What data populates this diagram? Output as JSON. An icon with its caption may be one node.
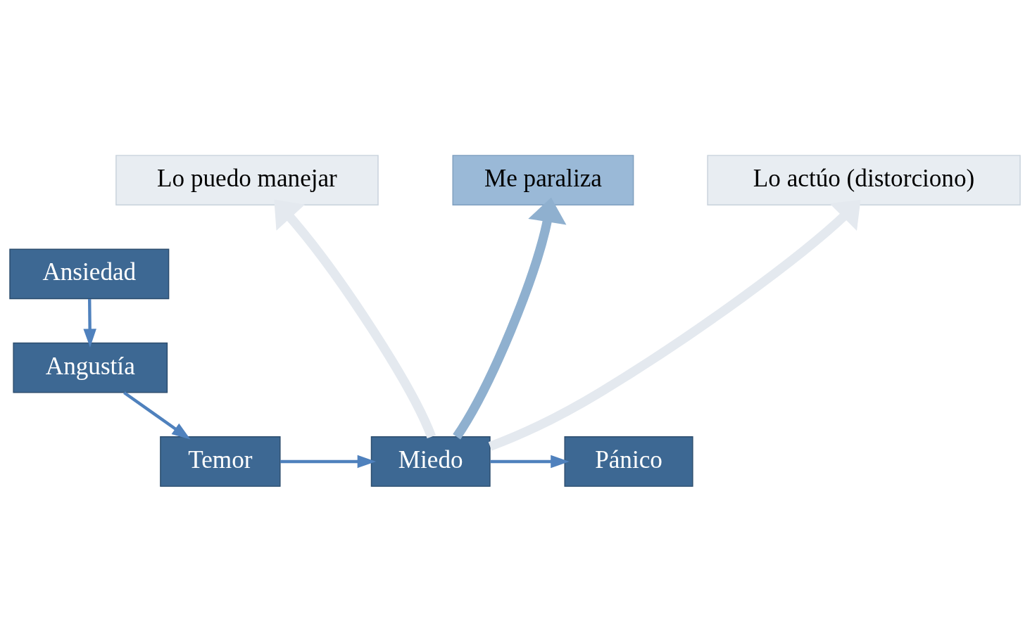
{
  "diagram": {
    "nodes": [
      {
        "text": [
          "Lo puedo manejar"
        ]
      },
      {
        "text": [
          "Me paraliza"
        ]
      },
      {
        "text": [
          "Lo actúo (distorciono)"
        ]
      },
      {
        "text": [
          "Ansiedad"
        ]
      },
      {
        "text": [
          "Angustía"
        ]
      },
      {
        "text": [
          "Temor"
        ]
      },
      {
        "text": [
          "Miedo"
        ]
      },
      {
        "text": [
          "Pánico"
        ]
      }
    ],
    "edges": [
      {
        "from": 3,
        "to": 4,
        "arrow": "to"
      },
      {
        "from": 4,
        "to": 5,
        "arrow": "to"
      },
      {
        "from": 5,
        "to": 6,
        "arrow": "to"
      },
      {
        "from": 6,
        "to": 7,
        "arrow": "to"
      },
      {
        "from": 6,
        "to": 0,
        "arrow": "to",
        "style": "thick",
        "color": "#e4e9ef"
      },
      {
        "from": 6,
        "to": 1,
        "arrow": "to",
        "style": "thick",
        "color": "#8fb0cf"
      },
      {
        "from": 6,
        "to": 2,
        "arrow": "to",
        "style": "thick",
        "color": "#e4e9ef"
      }
    ]
  }
}
